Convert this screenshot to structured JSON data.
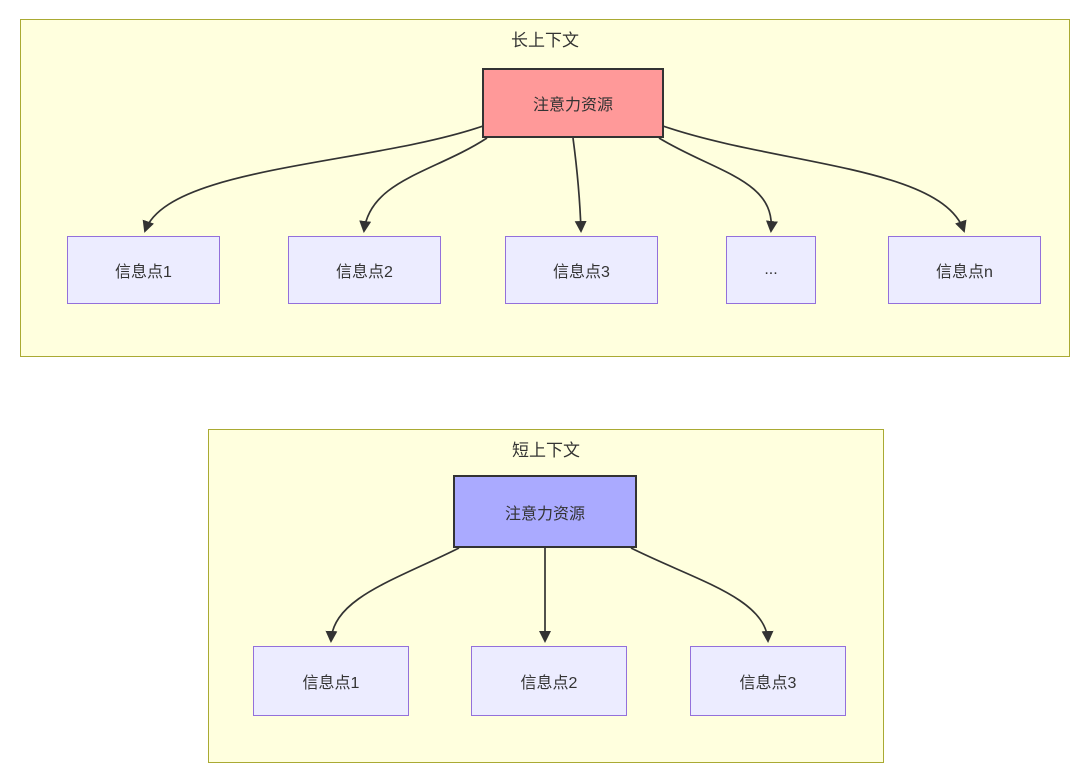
{
  "colors": {
    "cluster_fill": "#ffffde",
    "cluster_border": "#aaaa33",
    "node_fill": "#ececff",
    "node_border": "#9370db",
    "attention_long_fill": "#ff9999",
    "attention_short_fill": "#aaaaff",
    "attention_border": "#333333",
    "arrow": "#333333",
    "text": "#333333"
  },
  "diagram": {
    "clusters": [
      {
        "title": "长上下文",
        "source_node": {
          "label": "注意力资源"
        },
        "targets": [
          {
            "label": "信息点1"
          },
          {
            "label": "信息点2"
          },
          {
            "label": "信息点3"
          },
          {
            "label": "..."
          },
          {
            "label": "信息点n"
          }
        ]
      },
      {
        "title": "短上下文",
        "source_node": {
          "label": "注意力资源"
        },
        "targets": [
          {
            "label": "信息点1"
          },
          {
            "label": "信息点2"
          },
          {
            "label": "信息点3"
          }
        ]
      }
    ]
  }
}
